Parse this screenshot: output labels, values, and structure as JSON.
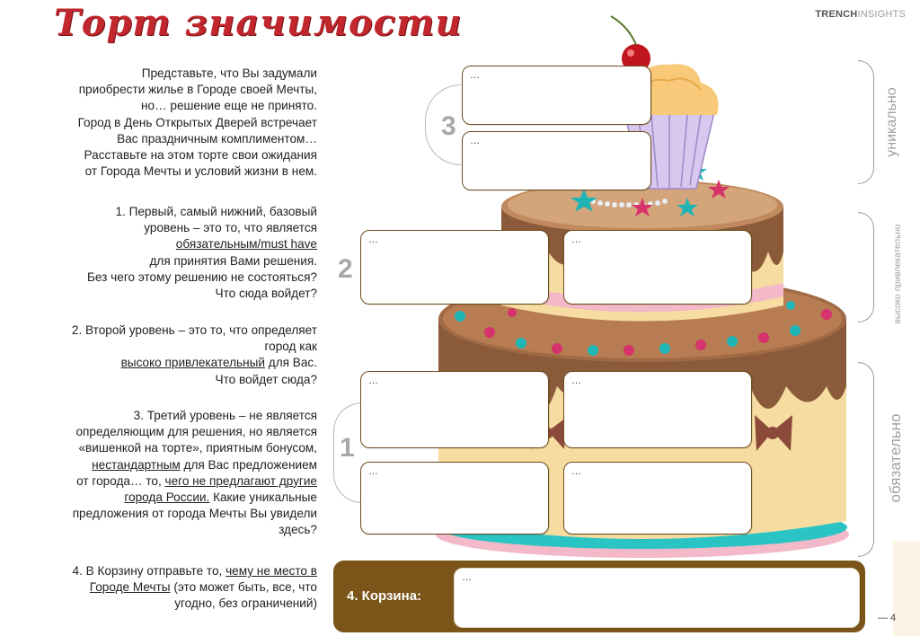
{
  "page": {
    "title": "Торт значимости",
    "brand_part1": "TRENCH",
    "brand_part2": "INSIGHTS",
    "page_number": "— 4"
  },
  "intro": {
    "lines": [
      "Представьте, что Вы задумали",
      "приобрести жилье в Городе своей Мечты,",
      "но… решение еще не принято.",
      "Город в День Открытых Дверей встречает",
      "Вас праздничным комплиментом…",
      "Расставьте на этом торте свои ожидания",
      "от Города Мечты и условий жизни в нем."
    ]
  },
  "step1": {
    "line1": "1. Первый, самый нижний, базовый",
    "line2": "уровень – это то, что является",
    "line3_u": "обязательным/must have",
    "line4": "для принятия Вами решения.",
    "line5": "Без чего этому решению не состояться?",
    "line6": "Что сюда войдет?"
  },
  "step2": {
    "line1": "2. Второй уровень – это то, что определяет",
    "line2": "город как",
    "line3_u": "высоко привлекательный",
    "line3_rest": " для Вас.",
    "line4": "Что войдет сюда?"
  },
  "step3": {
    "line1": "3. Третий уровень – не является",
    "line2": "определяющим для решения, но является",
    "line3": "«вишенкой на торте», приятным бонусом,",
    "line4_u": "нестандартным",
    "line4_rest": " для Вас предложением",
    "line5_a": "от города… то, ",
    "line5_u": "чего не предлагают другие",
    "line6_u": "города России.",
    "line6_rest": "  Какие уникальные",
    "line7": "предложения от города Мечты Вы увидели",
    "line8": "здесь?"
  },
  "step4": {
    "line1_a": "4. В Корзину отправьте то, ",
    "line1_u": "чему не место в",
    "line2_u": "Городе Мечты",
    "line2_rest": " (это может быть, все, что",
    "line3": "угодно, без ограничений)"
  },
  "levels": {
    "level1": "1",
    "level2": "2",
    "level3": "3"
  },
  "side_labels": {
    "unique": "уникально",
    "attractive": "высоко привлекательно",
    "mandatory": "обязательно"
  },
  "boxes": {
    "placeholder": "…"
  },
  "basket": {
    "label": "4. Корзина:",
    "placeholder": "…"
  },
  "colors": {
    "title": "#c1272d",
    "chocolate": "#8a5a3a",
    "cream": "#f6dca0",
    "basket": "#7a5418",
    "bead_teal": "#1fb5b5",
    "bead_pink": "#d6336c"
  }
}
